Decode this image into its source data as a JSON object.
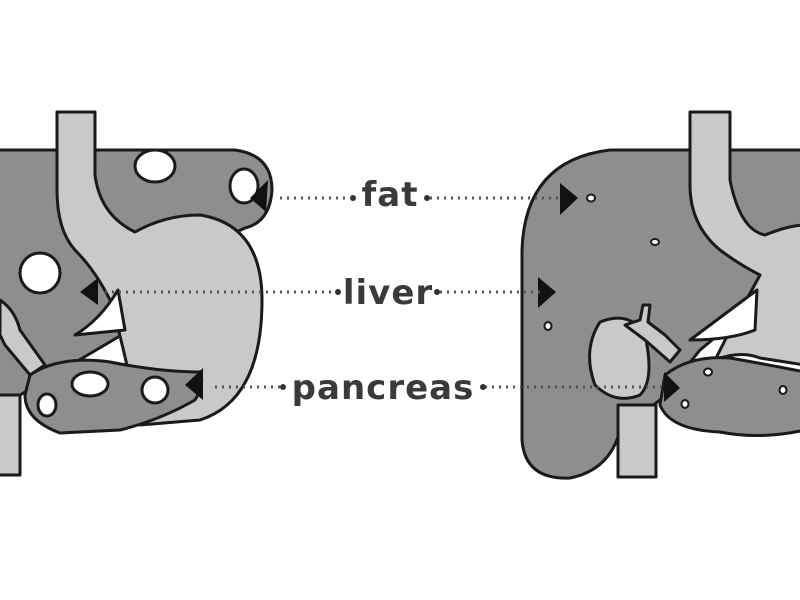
{
  "labels": {
    "fat": "fat",
    "liver": "liver",
    "pancreas": "pancreas"
  },
  "colors": {
    "organ_dark": "#8e8e8e",
    "organ_light": "#c9c9c9",
    "fat": "#ffffff",
    "outline": "#1a1a1a",
    "text": "#3a3a3a"
  }
}
